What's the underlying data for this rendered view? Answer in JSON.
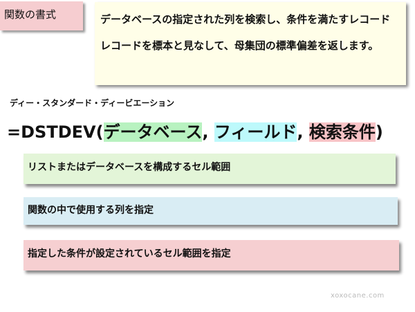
{
  "title": "関数の書式",
  "description": "データベースの指定された列を検索し、条件を満たすレコードレコードを標本と見なして、母集団の標準偏差を返します。",
  "reading": "ディー・スタンダード・ディービエーション",
  "formula": {
    "prefix": "=DSTDEV(",
    "arg1": "データベース",
    "sep1": ", ",
    "arg2": "フィールド",
    "sep2": ", ",
    "arg3": "検索条件",
    "suffix": ")"
  },
  "arguments": [
    {
      "text": "リストまたはデータベースを構成するセル範囲",
      "color": "#e3f5d8"
    },
    {
      "text": "関数の中で使用する列を指定",
      "color": "#d9edf4"
    },
    {
      "text": "指定した条件が設定されているセル範囲を指定",
      "color": "#f6cfd1"
    }
  ],
  "watermark": "xoxocane.com"
}
